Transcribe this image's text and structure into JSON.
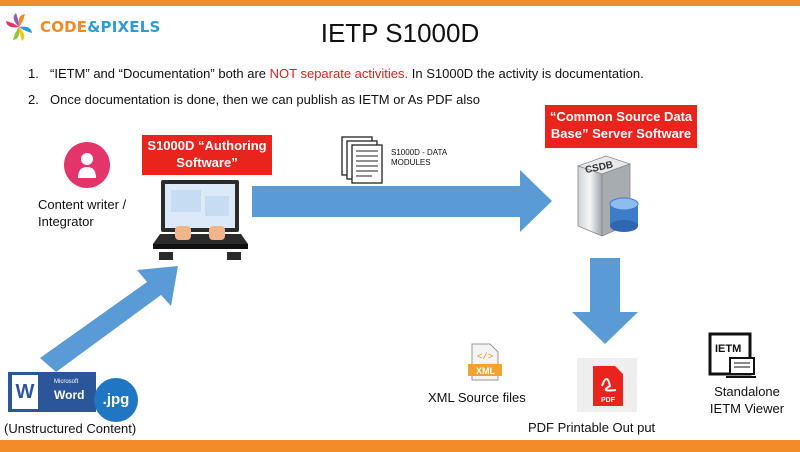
{
  "logo": {
    "part1": "CODE",
    "amp": "&",
    "part2": "PIXELS"
  },
  "title": "IETP S1000D",
  "points": {
    "p1_num": "1.",
    "p1_pre": "“IETM” and “Documentation” both are ",
    "p1_red": "NOT separate activities.",
    "p1_post": " In S1000D the activity is documentation.",
    "p2_num": "2.",
    "p2_text": "Once documentation is done, then we can publish as IETM or As PDF also"
  },
  "authoring": {
    "line1": "S1000D “Authoring",
    "line2": "Software”"
  },
  "csdb_box": {
    "line1": "“Common Source Data",
    "line2": "Base” Server Software"
  },
  "csdb_icon_text": "CSDB",
  "writer": {
    "line1": "Content writer /",
    "line2": "Integrator"
  },
  "modules": {
    "line1": "S1000D - DATA",
    "line2": "MODULES"
  },
  "word": {
    "letter": "W",
    "small": "Microsoft",
    "main": "Word"
  },
  "jpg": ".jpg",
  "unstructured": "(Unstructured Content)",
  "xml": {
    "badge": "XML",
    "label": "XML Source files"
  },
  "pdf": {
    "badge": "PDF",
    "label": "PDF Printable Out put"
  },
  "ietm": {
    "badge": "IETM",
    "line1": "Standalone",
    "line2": "IETM Viewer"
  },
  "colors": {
    "orange": "#f28c28",
    "red": "#e8241c",
    "arrow": "#5b9bd5",
    "blue": "#2e9bd6"
  }
}
